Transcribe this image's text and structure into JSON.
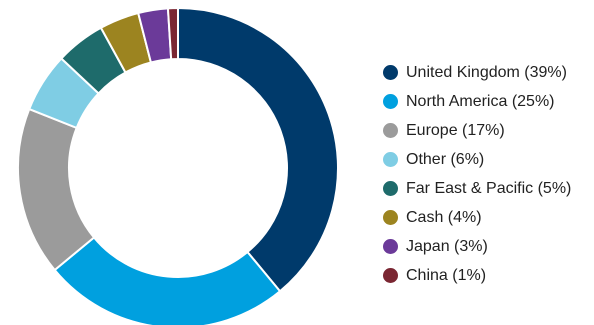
{
  "chart_data": {
    "type": "pie",
    "variant": "donut",
    "legend_position": "right",
    "slices": [
      {
        "label": "United Kingdom (39%)",
        "name": "United Kingdom",
        "value": 39,
        "color": "#003a6b"
      },
      {
        "label": "North America (25%)",
        "name": "North America",
        "value": 25,
        "color": "#00a0df"
      },
      {
        "label": "Europe (17%)",
        "name": "Europe",
        "value": 17,
        "color": "#9b9b9b"
      },
      {
        "label": "Other (6%)",
        "name": "Other",
        "value": 6,
        "color": "#7fcde4"
      },
      {
        "label": "Far East & Pacific (5%)",
        "name": "Far East & Pacific",
        "value": 5,
        "color": "#1e6b6b"
      },
      {
        "label": "Cash (4%)",
        "name": "Cash",
        "value": 4,
        "color": "#9c8420"
      },
      {
        "label": "Japan (3%)",
        "name": "Japan",
        "value": 3,
        "color": "#6b3a99"
      },
      {
        "label": "China (1%)",
        "name": "China",
        "value": 1,
        "color": "#7a2632"
      }
    ]
  }
}
